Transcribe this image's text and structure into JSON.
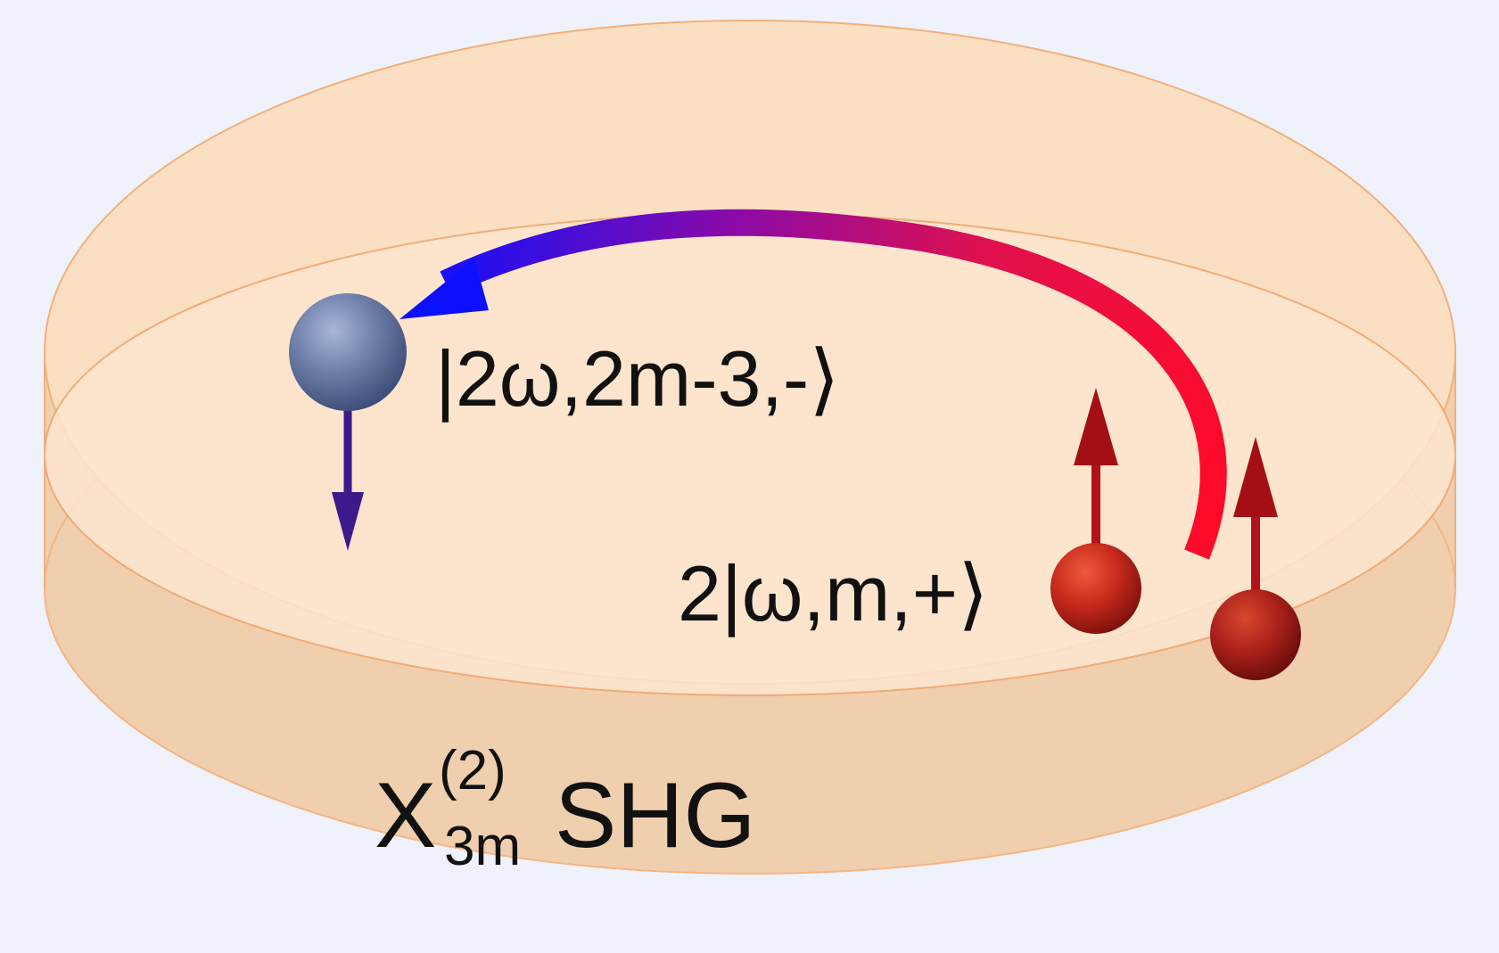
{
  "diagram": {
    "output_state_label": "|2ω,2m-3,-⟩",
    "input_state_label": "2|ω,m,+⟩",
    "process_label": {
      "symbol": "X",
      "superscript": "(2)",
      "subscript": "3m",
      "name": "SHG"
    }
  },
  "colors": {
    "background": "#eff2fb",
    "disk_top": "#fadcbd",
    "disk_side": "#f0cfae",
    "disk_edge": "#f2a870",
    "output_photon": "#6f7fa8",
    "output_spin_arrow": "#3c1a8c",
    "input_photon": "#c4281a",
    "input_spin_arrow": "#a30f14",
    "conversion_arrow_start": "#ff1030",
    "conversion_arrow_end": "#1010ff"
  }
}
